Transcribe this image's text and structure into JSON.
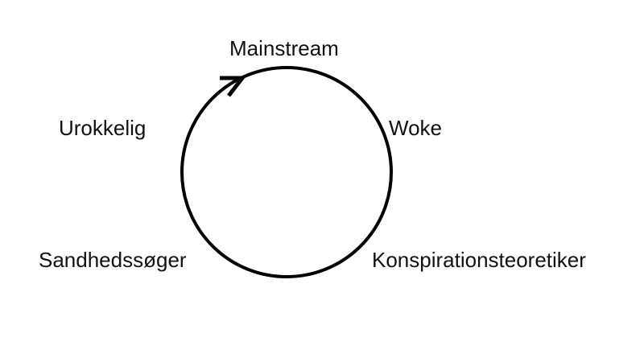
{
  "diagram": {
    "type": "cycle",
    "direction": "clockwise",
    "stroke_color": "#000000",
    "labels": {
      "top": "Mainstream",
      "upper_right": "Woke",
      "lower_right": "Konspirationsteoretiker",
      "lower_left": "Sandhedssøger",
      "upper_left": "Urokkelig"
    }
  }
}
